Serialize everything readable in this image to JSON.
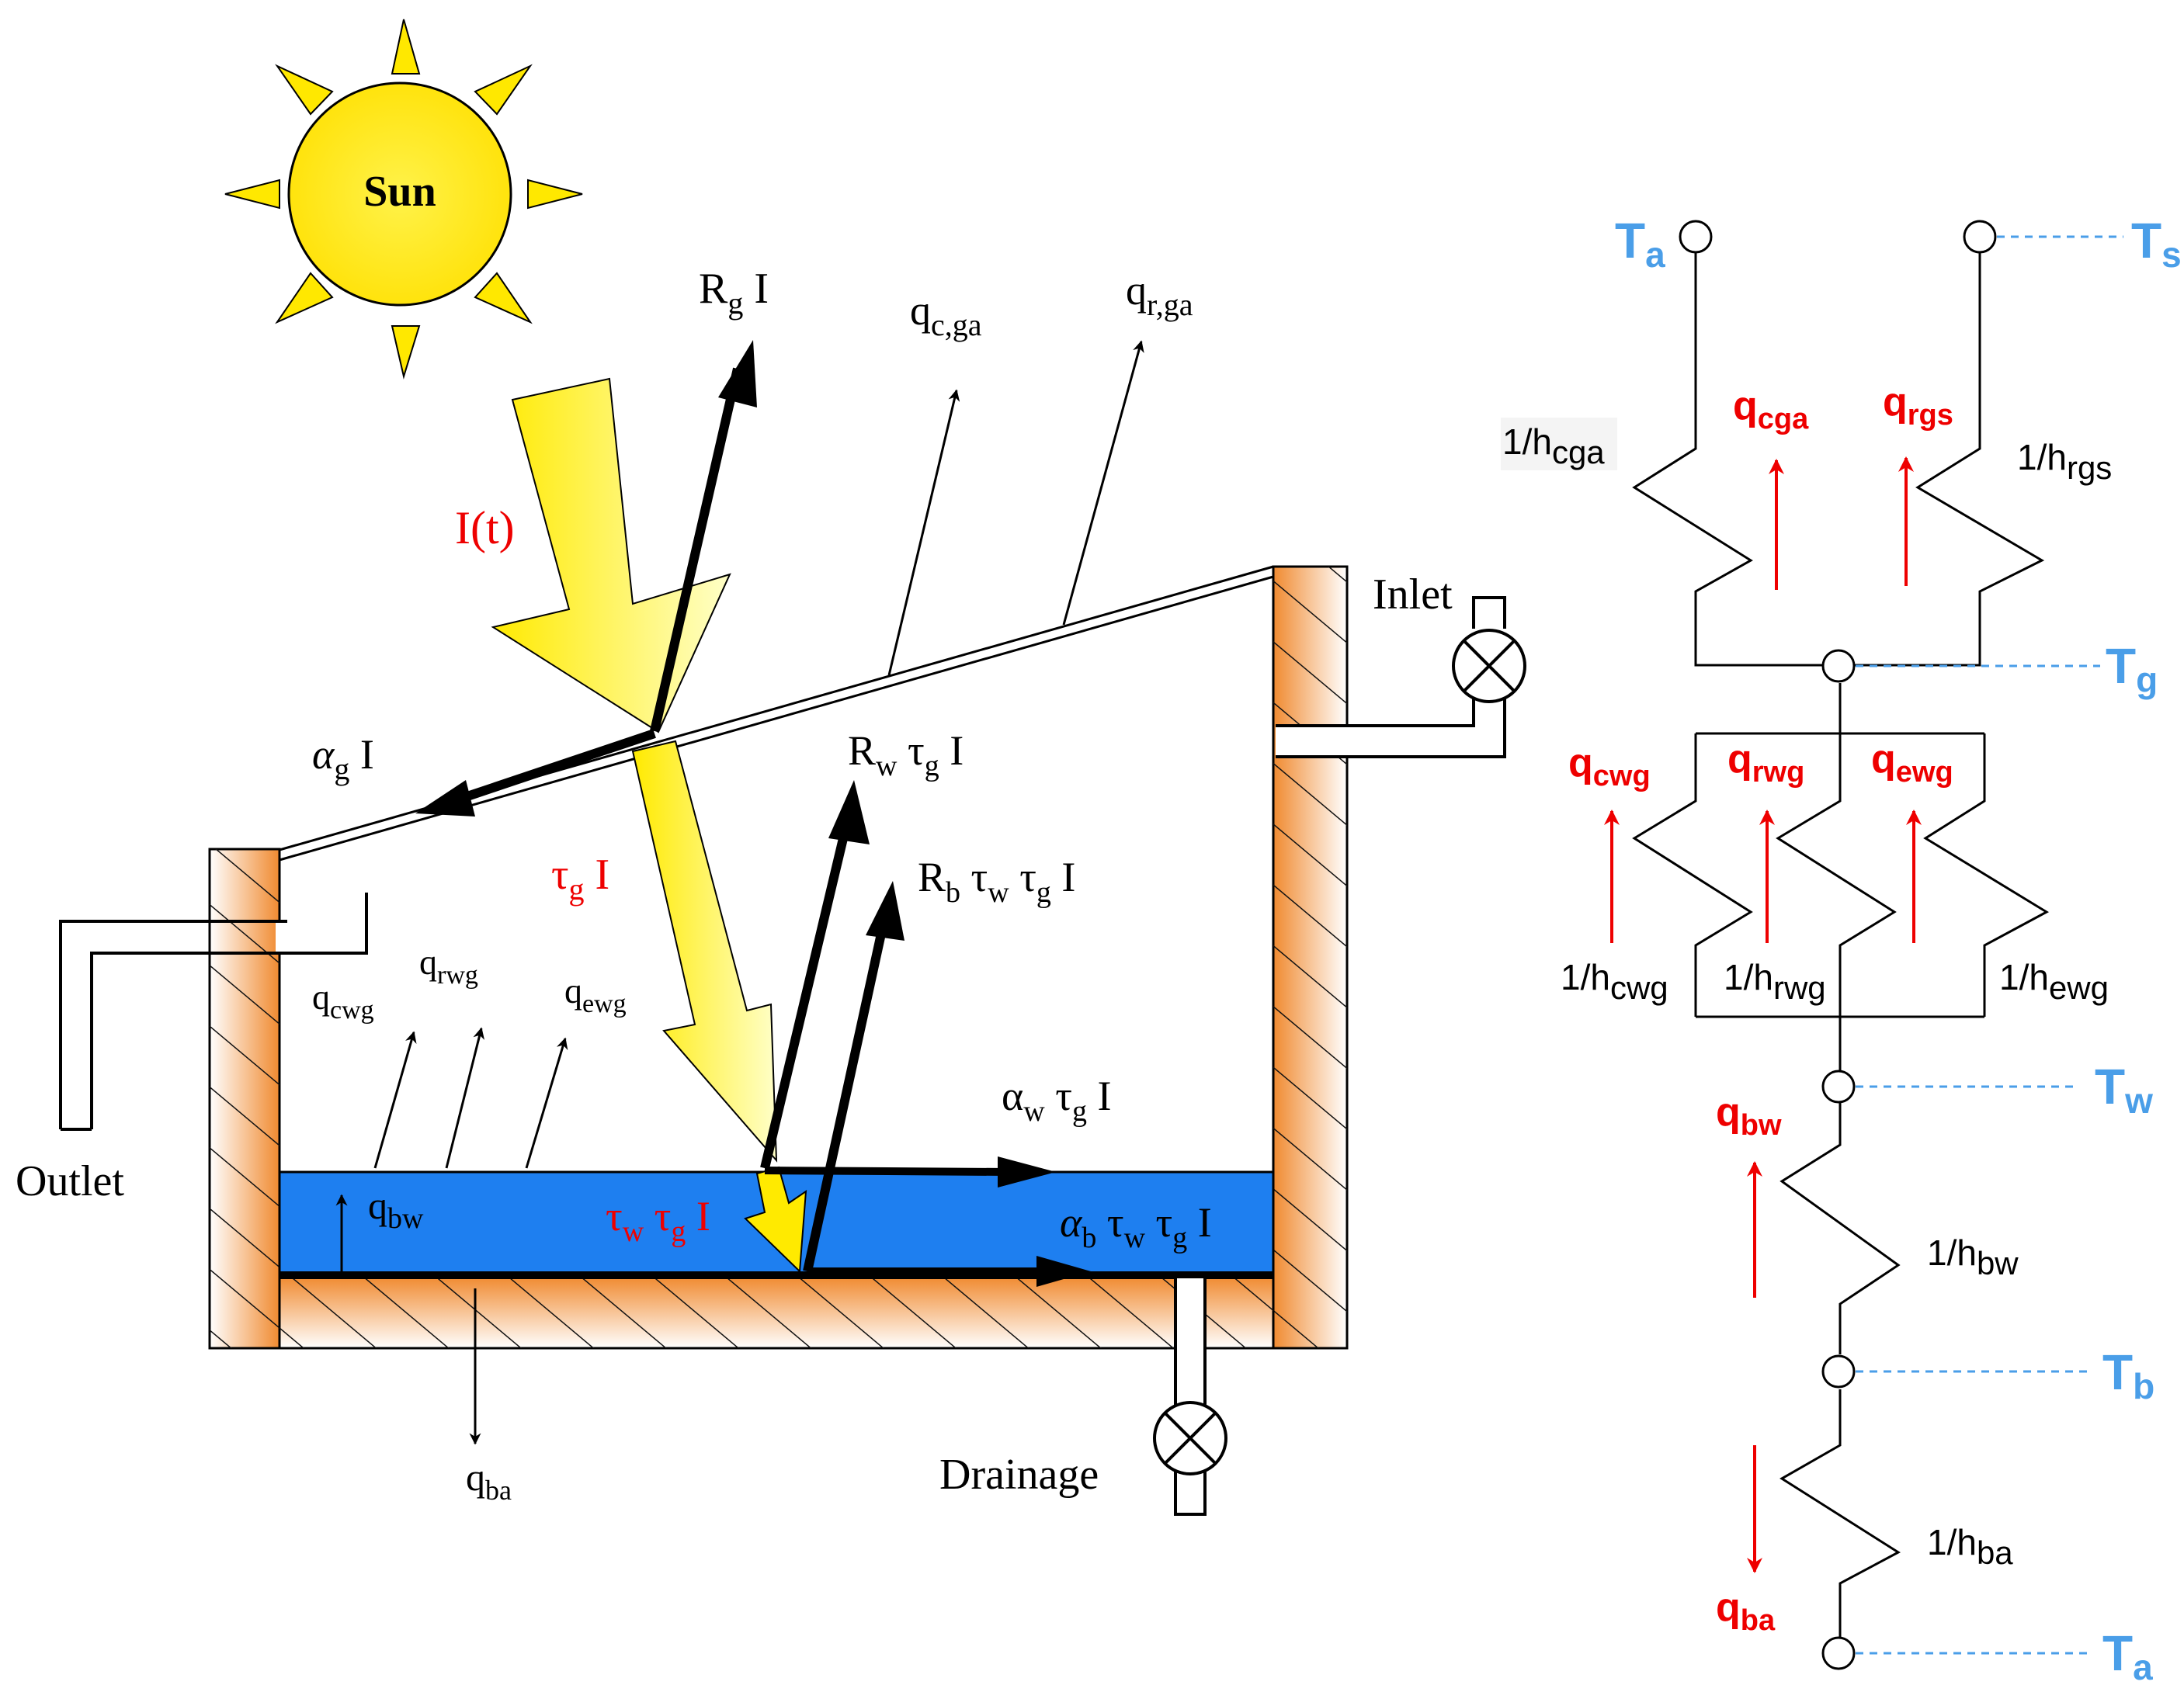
{
  "colors": {
    "water": "#1e7ff0",
    "wall": "#f08a30",
    "sun": "#ffe800",
    "beam": "#fff04a",
    "red_label": "#ee0000",
    "blue_label": "#4a9ee8"
  },
  "left": {
    "sun": "Sun",
    "incident": "I(t)",
    "reflect_glass": {
      "base": "R",
      "sub": "g",
      "tail": " I"
    },
    "conv_glass_amb": {
      "base": "q",
      "sub": "c,ga"
    },
    "rad_glass_amb": {
      "base": "q",
      "sub": "r,ga"
    },
    "abs_glass": {
      "pre": "α",
      "sub": "g",
      "tail": " I"
    },
    "trans_glass": {
      "base": "τ",
      "sub": "g",
      "tail": " I"
    },
    "reflect_water": {
      "a": "R",
      "a_sub": "w",
      "b": " τ",
      "b_sub": "g",
      "tail": " I"
    },
    "reflect_basin": {
      "a": "R",
      "a_sub": "b",
      "b": " τ",
      "b_sub": "w",
      "c": " τ",
      "c_sub": "g",
      "tail": " I"
    },
    "abs_water": {
      "a": "α",
      "a_sub": "w",
      "b": " τ",
      "b_sub": "g",
      "tail": " I"
    },
    "abs_basin": {
      "a": "α",
      "a_sub": "b",
      "b": " τ",
      "b_sub": "w",
      "c": " τ",
      "c_sub": "g",
      "tail": " I"
    },
    "trans_water": {
      "a": "τ",
      "a_sub": "w",
      "b": " τ",
      "b_sub": "g",
      "tail": " I"
    },
    "q_cwg": {
      "base": "q",
      "sub": "cwg"
    },
    "q_rwg": {
      "base": "q",
      "sub": "rwg"
    },
    "q_ewg": {
      "base": "q",
      "sub": "ewg"
    },
    "q_bw": {
      "base": "q",
      "sub": "bw"
    },
    "q_ba": {
      "base": "q",
      "sub": "ba"
    },
    "inlet": "Inlet",
    "outlet": "Outlet",
    "drainage": "Drainage"
  },
  "right": {
    "T_a_top": {
      "base": "T",
      "sub": "a"
    },
    "T_s": {
      "base": "T",
      "sub": "s"
    },
    "T_g": {
      "base": "T",
      "sub": "g"
    },
    "T_w": {
      "base": "T",
      "sub": "w"
    },
    "T_b": {
      "base": "T",
      "sub": "b"
    },
    "T_a_bottom": {
      "base": "T",
      "sub": "a"
    },
    "q_cga": {
      "base": "q",
      "sub": "cga"
    },
    "q_rgs": {
      "base": "q",
      "sub": "rgs"
    },
    "q_cwg": {
      "base": "q",
      "sub": "cwg"
    },
    "q_rwg": {
      "base": "q",
      "sub": "rwg"
    },
    "q_ewg": {
      "base": "q",
      "sub": "ewg"
    },
    "q_bw": {
      "base": "q",
      "sub": "bw"
    },
    "q_ba": {
      "base": "q",
      "sub": "ba"
    },
    "R_cga": {
      "base": "1/h",
      "sub": "cga"
    },
    "R_rgs": {
      "base": "1/h",
      "sub": "rgs"
    },
    "R_cwg": {
      "base": "1/h",
      "sub": "cwg"
    },
    "R_rwg": {
      "base": "1/h",
      "sub": "rwg"
    },
    "R_ewg": {
      "base": "1/h",
      "sub": "ewg"
    },
    "R_bw": {
      "base": "1/h",
      "sub": "bw"
    },
    "R_ba": {
      "base": "1/h",
      "sub": "ba"
    }
  }
}
